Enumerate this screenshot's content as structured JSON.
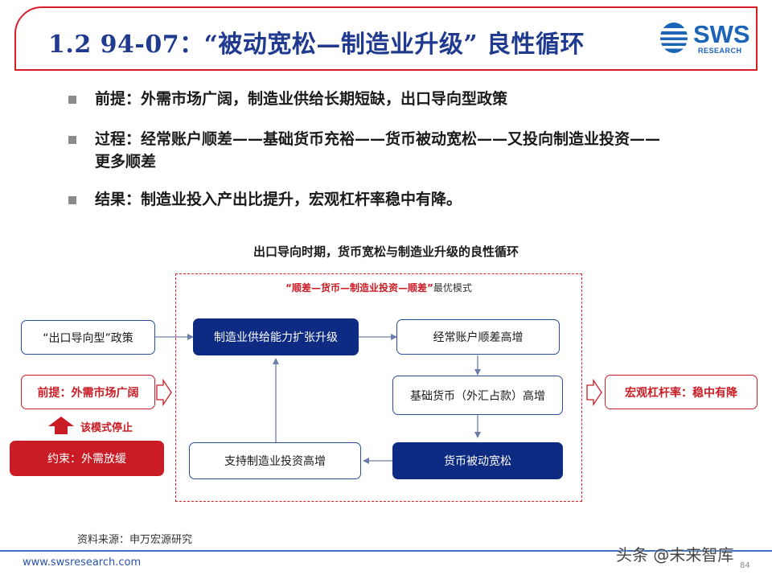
{
  "header": {
    "title": "1.2 94-07：“被动宽松—制造业升级” 良性循环",
    "logo_text": "SWS",
    "logo_subtext": "RESEARCH"
  },
  "bullets": [
    {
      "label": "前提：",
      "text": "外需市场广阔，制造业供给长期短缺，出口导向型政策"
    },
    {
      "label": "过程：",
      "text": "经常账户顺差——基础货币充裕——货币被动宽松——又投向制造业投资——",
      "text_cont": "更多顺差"
    },
    {
      "label": "结果：",
      "text": "制造业投入产出比提升，宏观杠杆率稳中有降。"
    }
  ],
  "diagram": {
    "title": "出口导向时期，货币宽松与制造业升级的良性循环",
    "frame_label_red": "“顺差—货币—制造业投资—顺差”",
    "frame_label_rest": "最优模式",
    "nodes": {
      "export_policy": "“出口导向型”政策",
      "premise": "前提：外需市场广阔",
      "stop": "该模式停止",
      "constraint": "约束：外需放缓",
      "manufacturing_upgrade": "制造业供给能力扩张升级",
      "current_account": "经常账户顺差高增",
      "base_money": "基础货币（外汇占款）高增",
      "passive_easing": "货币被动宽松",
      "support_investment": "支持制造业投资高增",
      "macro_leverage": "宏观杠杆率：稳中有降"
    }
  },
  "footer": {
    "source": "资料来源：申万宏源研究",
    "url": "www.swsresearch.com",
    "watermark": "头条 @未来智库",
    "page_number": "84"
  },
  "colors": {
    "brand_red": "#c91c25",
    "brand_blue": "#0d2b82",
    "title_blue": "#1f3a8f",
    "logo_blue": "#1b64b7"
  }
}
